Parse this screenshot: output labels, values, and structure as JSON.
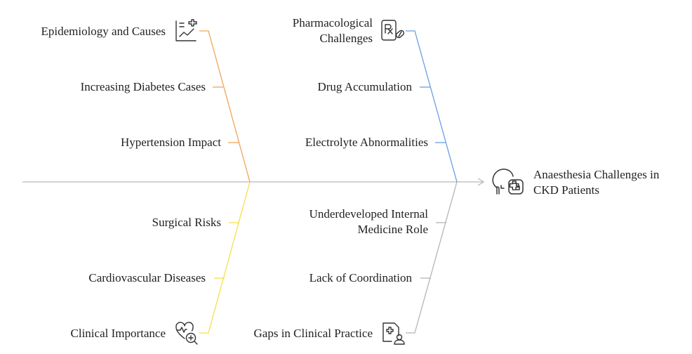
{
  "head": {
    "line1": "Anaesthesia Challenges in",
    "line2": "CKD Patients",
    "icon": "head-medical-cross-icon"
  },
  "branches": {
    "top_left": {
      "color": "#f2a35b",
      "title": "Epidemiology and Causes",
      "icon": "chart-plus-icon",
      "items": [
        "Increasing Diabetes Cases",
        "Hypertension Impact"
      ]
    },
    "top_right": {
      "color": "#6a9ee6",
      "title_line1": "Pharmacological",
      "title_line2": "Challenges",
      "icon": "prescription-pill-icon",
      "items": [
        "Drug Accumulation",
        "Electrolyte Abnormalities"
      ]
    },
    "bottom_left": {
      "color": "#f4e04d",
      "title": "Clinical Importance",
      "icon": "heart-magnifier-icon",
      "items": [
        "Surgical Risks",
        "Cardiovascular Diseases"
      ]
    },
    "bottom_right": {
      "color": "#b5b5b5",
      "title": "Gaps in Clinical Practice",
      "icon": "document-user-icon",
      "item1_line1": "Underdeveloped Internal",
      "item1_line2": "Medicine Role",
      "item2": "Lack of Coordination"
    }
  },
  "spine_color": "#b9b9b9"
}
